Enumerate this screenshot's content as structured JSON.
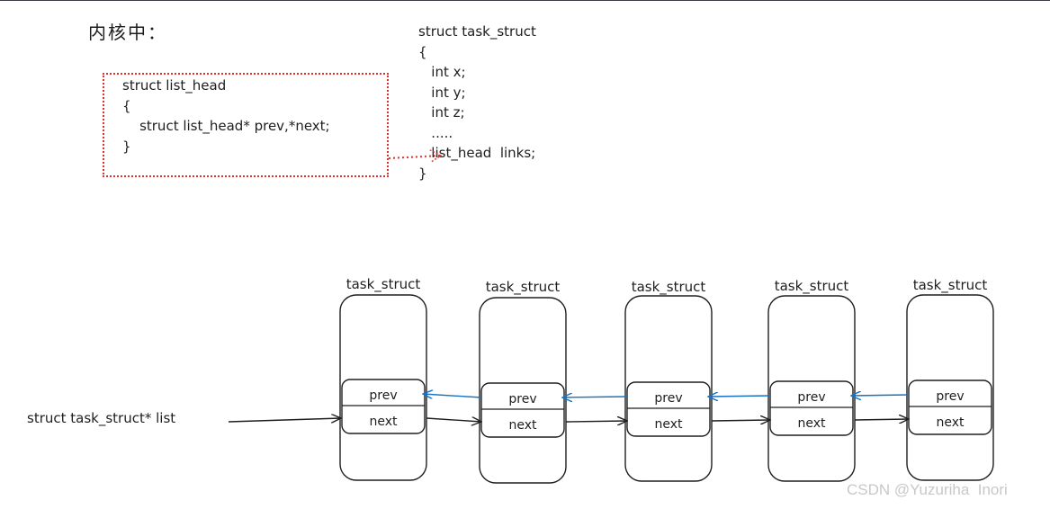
{
  "title": "内核中：",
  "list_head_code": "struct list_head\n{\n    struct list_head* prev,*next;\n}",
  "task_struct_code": "struct task_struct\n{\n   int x;\n   int y;\n   int z;\n   .....\n   list_head  links;\n}",
  "list_pointer_label": "struct task_struct* list",
  "nodes": [
    {
      "title": "task_struct",
      "prev": "prev",
      "next": "next"
    },
    {
      "title": "task_struct",
      "prev": "prev",
      "next": "next"
    },
    {
      "title": "task_struct",
      "prev": "prev",
      "next": "next"
    },
    {
      "title": "task_struct",
      "prev": "prev",
      "next": "next"
    },
    {
      "title": "task_struct",
      "prev": "prev",
      "next": "next"
    }
  ],
  "watermark": "CSDN @Yuzuriha  Inori",
  "colors": {
    "highlight": "#e03131",
    "prev_arrow": "#1971c2",
    "stroke": "#1e1e1e"
  }
}
